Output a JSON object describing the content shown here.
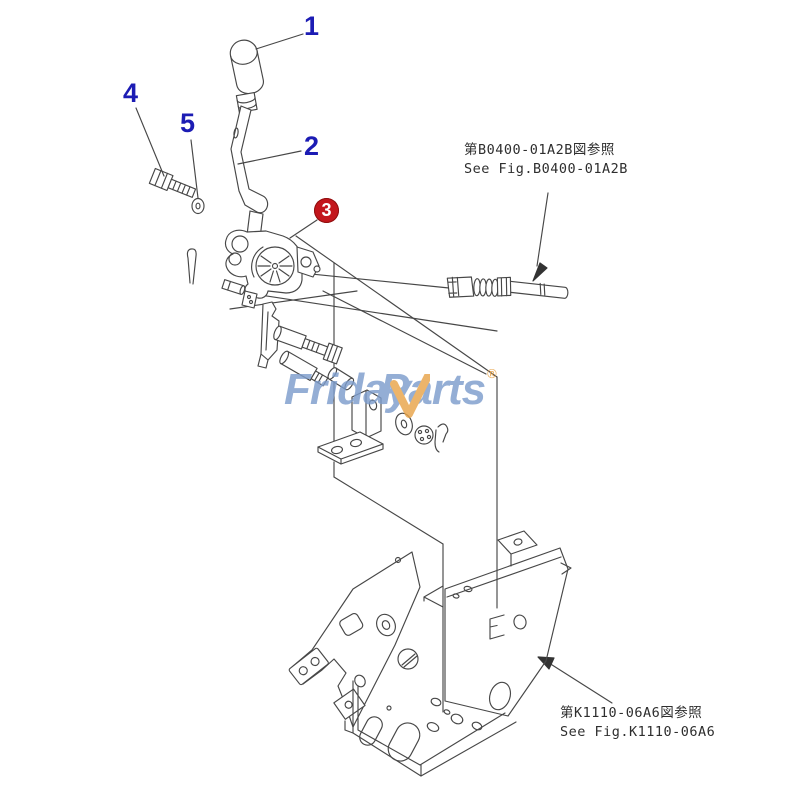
{
  "watermark": {
    "brand_first": "Friday",
    "brand_second": "Parts",
    "registered_mark": "®",
    "color_text": "#7d9dcc",
    "color_check": "#e8a44a"
  },
  "callouts": {
    "label_color": "#1c1cb4",
    "highlight_bg": "#c3161c",
    "highlight_fg": "#ffffff",
    "part_1": {
      "label": "1"
    },
    "part_2": {
      "label": "2"
    },
    "part_3": {
      "label": "3"
    },
    "part_4": {
      "label": "4"
    },
    "part_5": {
      "label": "5"
    }
  },
  "references": {
    "fig_top": {
      "jp": "第B0400-01A2B図参照",
      "en": "See Fig.B0400-01A2B"
    },
    "fig_bottom": {
      "jp": "第K1110-06A6図参照",
      "en": "See Fig.K1110-06A6"
    }
  }
}
